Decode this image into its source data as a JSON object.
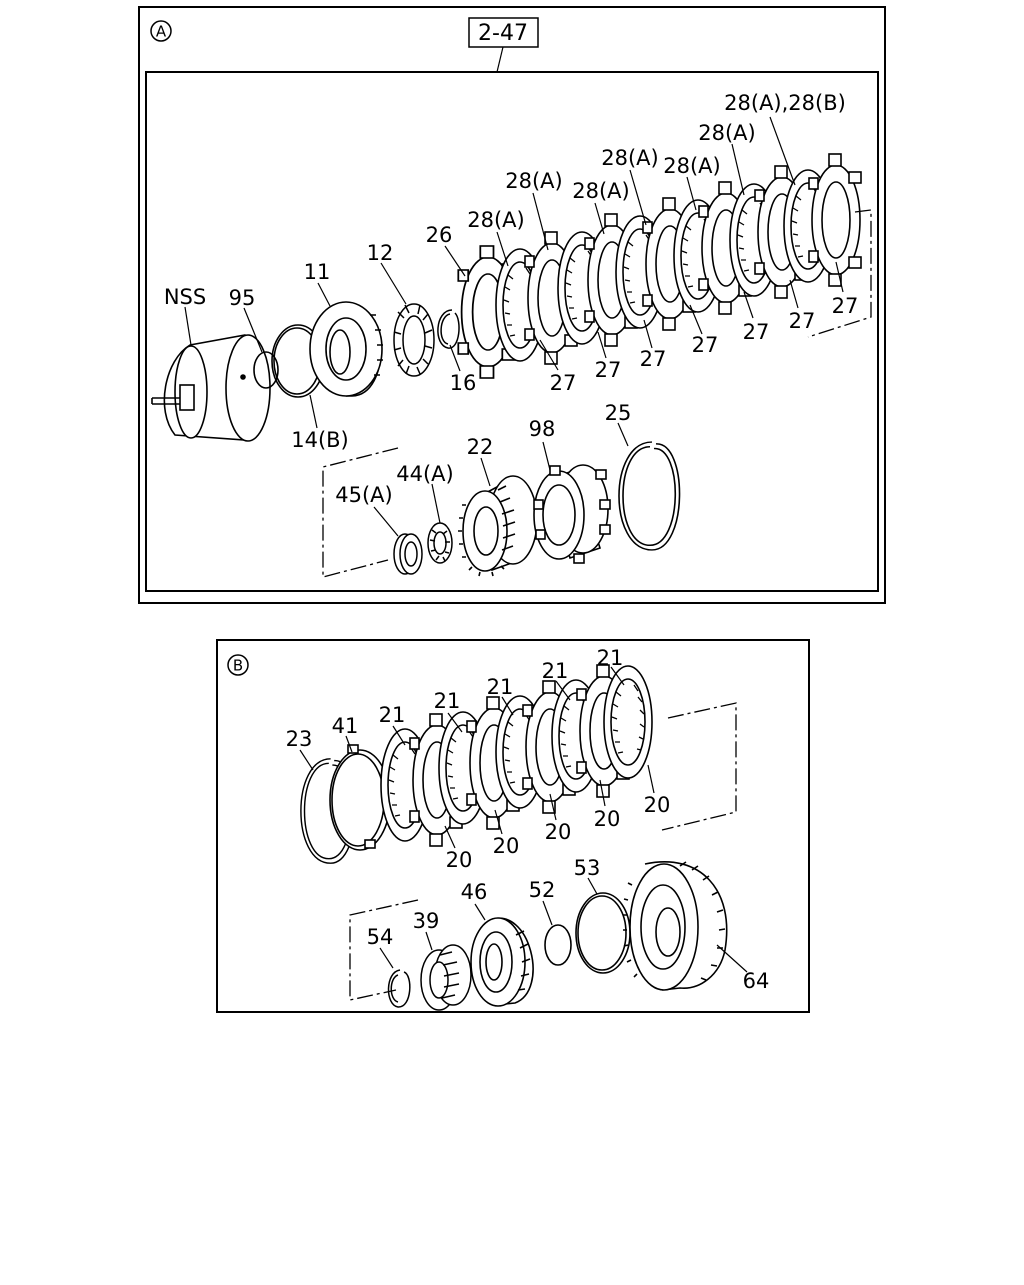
{
  "panel_a": {
    "letter": "A",
    "ref": "2-47",
    "labels": {
      "nss": "NSS",
      "p95": "95",
      "p11": "11",
      "p12": "12",
      "p26": "26",
      "p16": "16",
      "p14b": "14(B)",
      "p28a_1": "28(A)",
      "p28a_2": "28(A)",
      "p28a_3": "28(A)",
      "p28a_4": "28(A)",
      "p28a_5": "28(A)",
      "p28a_6": "28(A)",
      "p28ab": "28(A),28(B)",
      "p27_1": "27",
      "p27_2": "27",
      "p27_3": "27",
      "p27_4": "27",
      "p27_5": "27",
      "p27_6": "27",
      "p27_7": "27",
      "p45a": "45(A)",
      "p44a": "44(A)",
      "p22": "22",
      "p98": "98",
      "p25": "25"
    }
  },
  "panel_b": {
    "letter": "B",
    "labels": {
      "p23": "23",
      "p41": "41",
      "p21_1": "21",
      "p21_2": "21",
      "p21_3": "21",
      "p21_4": "21",
      "p21_5": "21",
      "p20_1": "20",
      "p20_2": "20",
      "p20_3": "20",
      "p20_4": "20",
      "p20_5": "20",
      "p54": "54",
      "p39": "39",
      "p46": "46",
      "p52": "52",
      "p53": "53",
      "p64": "64"
    }
  }
}
